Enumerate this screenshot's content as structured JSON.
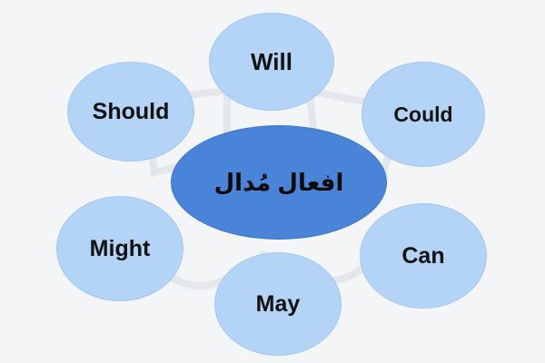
{
  "diagram": {
    "center": {
      "label": "افعال مُدال"
    },
    "satellites": [
      {
        "key": "will",
        "label": "Will"
      },
      {
        "key": "could",
        "label": "Could"
      },
      {
        "key": "can",
        "label": "Can"
      },
      {
        "key": "may",
        "label": "May"
      },
      {
        "key": "might",
        "label": "Might"
      },
      {
        "key": "should",
        "label": "Should"
      }
    ]
  },
  "colors": {
    "background": "#f4f5f7",
    "satellite_fill": "#b3d4f6",
    "center_fill": "#4a84d9",
    "text": "#111111"
  }
}
